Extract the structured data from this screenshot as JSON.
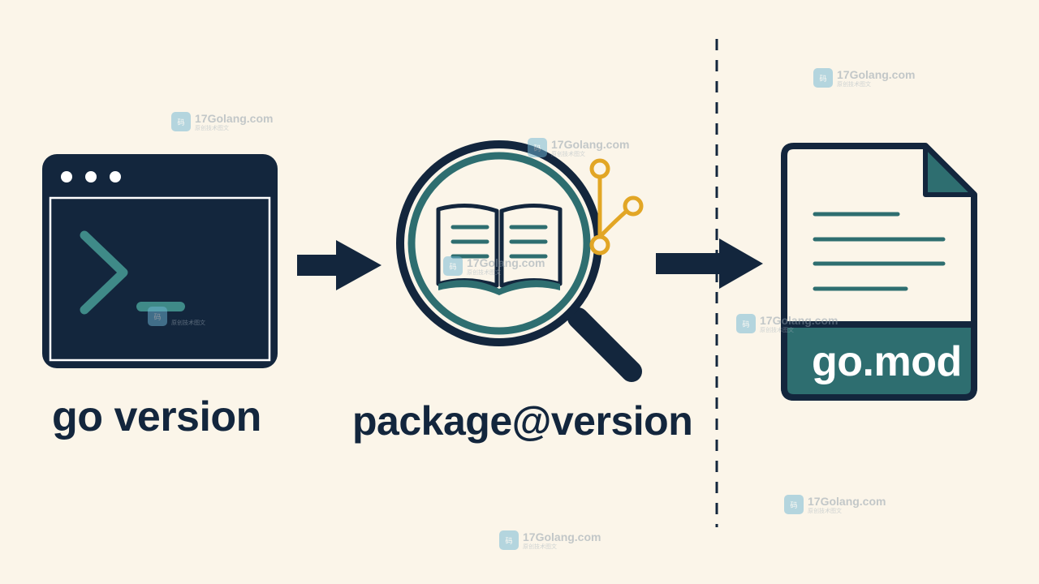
{
  "steps": [
    {
      "label": "go version",
      "icon": "terminal-window-icon"
    },
    {
      "label": "package@version",
      "icon": "magnifier-book-icon"
    },
    {
      "label": "go.mod",
      "icon": "document-file-icon"
    }
  ],
  "watermark": {
    "domain": "17Golang.com",
    "logo": "码",
    "subtitle": "原创技术图文"
  },
  "colors": {
    "background": "#fbf5e9",
    "navy": "#13263d",
    "teal": "#2e6e70",
    "teal_light": "#3f8a88",
    "gold": "#e2a625"
  }
}
